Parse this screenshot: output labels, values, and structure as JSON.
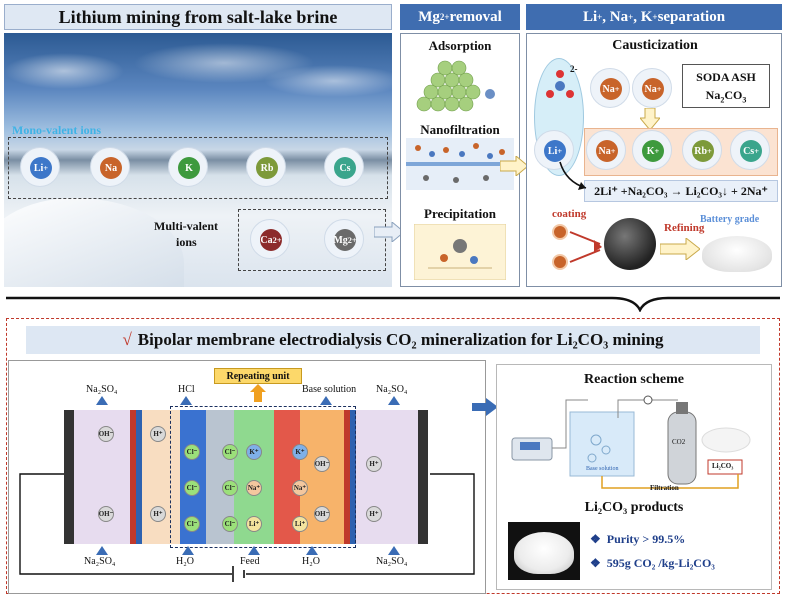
{
  "top": {
    "left_banner": "Lithium mining from salt-lake brine",
    "mid_banner_parts": [
      "Mg",
      "2+",
      " removal"
    ],
    "right_banner_parts": [
      "Li",
      "+",
      ", Na",
      "+",
      ", K",
      "+",
      " separation"
    ],
    "photo": {
      "mono_label": "Mono-valent ions",
      "multi_label_1": "Multi-valent",
      "multi_label_2": "ions",
      "mono_ions": [
        "Li",
        "Na",
        "K",
        "Rb",
        "Cs"
      ],
      "mono_sup": "+",
      "multi_ions": [
        "Ca",
        "Mg"
      ],
      "multi_sup": "2+"
    },
    "mg_steps": [
      "Adsorption",
      "Nanofiltration",
      "Precipitation"
    ],
    "caustic": {
      "title": "Causticization",
      "soda_1": "SODA ASH",
      "soda_2": "Na",
      "soda_2_sub": "2",
      "soda_2_tail": "CO",
      "soda_2_sub2": "3",
      "carbonate_sup": "2-",
      "row1_ions": [
        "Na",
        "Na"
      ],
      "row2_ions": [
        "Li",
        "Na",
        "K",
        "Rb",
        "Cs"
      ],
      "ion_sup": "+",
      "equation": "2Li⁺ +Na₂CO₃ → Li₂CO₃↓ + 2Na⁺",
      "coating": "coating",
      "refining": "Refining",
      "battery": "Battery grade"
    }
  },
  "bottom": {
    "check": "√",
    "title": "Bipolar membrane electrodialysis CO₂ mineralization for Li₂CO₃ mining",
    "repeating": "Repeating unit",
    "top_labels": [
      "Na₂SO₄",
      "HCl",
      "Base solution",
      "Na₂SO₄"
    ],
    "bottom_labels": [
      "Na₂SO₄",
      "H₂O",
      "Feed",
      "H₂O",
      "Na₂SO₄"
    ],
    "ions": {
      "oh": "OH⁻",
      "h": "H⁺",
      "cl": "Cl⁻",
      "k": "K⁺",
      "na": "Na⁺",
      "li": "Li⁺"
    },
    "scheme": {
      "title": "Reaction scheme",
      "base_solution": "Base solution",
      "co2": "CO2",
      "product_tag": "Li₂CO₃",
      "filtration": "Filtration"
    },
    "products": {
      "title": "Li₂CO₃ products",
      "items": [
        "Purity > 99.5%",
        "595g CO₂ /kg-Li₂CO₃"
      ],
      "bullet": "❖"
    }
  },
  "colors": {
    "li": "#3d77c9",
    "na": "#c8642a",
    "k": "#3e9a3e",
    "rb": "#7d9a3a",
    "cs": "#3aa58c",
    "ca": "#8c2b2b",
    "mg": "#6a6a6a",
    "banner_bg": "#dfe8f3",
    "accent_blue": "#3a6cb5",
    "red_dash": "#c0392b"
  }
}
